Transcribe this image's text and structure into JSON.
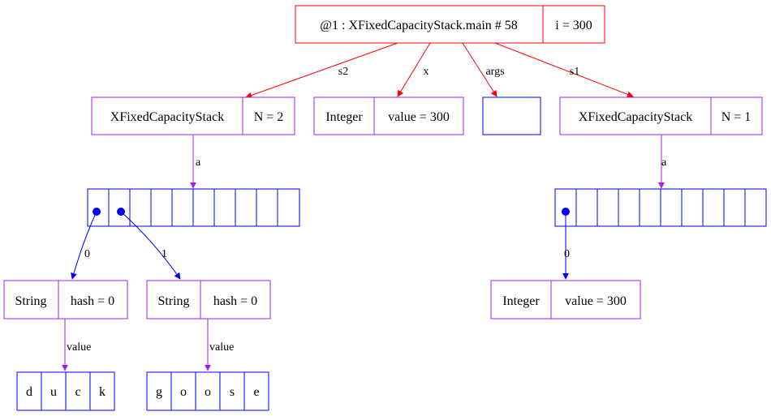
{
  "colors": {
    "frame": "#ff0000",
    "object": "#a020f0",
    "array": "#0000ff",
    "text": "#000000"
  },
  "frame": {
    "title": "@1 : XFixedCapacityStack.main # 58",
    "field": "i = 300"
  },
  "stack2": {
    "type": "XFixedCapacityStack",
    "field": "N = 2"
  },
  "integer_x": {
    "type": "Integer",
    "field": "value = 300"
  },
  "stack1": {
    "type": "XFixedCapacityStack",
    "field": "N = 1"
  },
  "string0": {
    "type": "String",
    "field": "hash = 0"
  },
  "string1": {
    "type": "String",
    "field": "hash = 0"
  },
  "integer_item": {
    "type": "Integer",
    "field": "value = 300"
  },
  "chars_duck": [
    "d",
    "u",
    "c",
    "k"
  ],
  "chars_goose": [
    "g",
    "o",
    "o",
    "s",
    "e"
  ],
  "edges": {
    "s2": "s2",
    "x": "x",
    "args": "args",
    "s1": "s1",
    "a_left": "a",
    "a_right": "a",
    "idx0_left": "0",
    "idx1_left": "1",
    "idx0_right": "0",
    "value_duck": "value",
    "value_goose": "value"
  }
}
